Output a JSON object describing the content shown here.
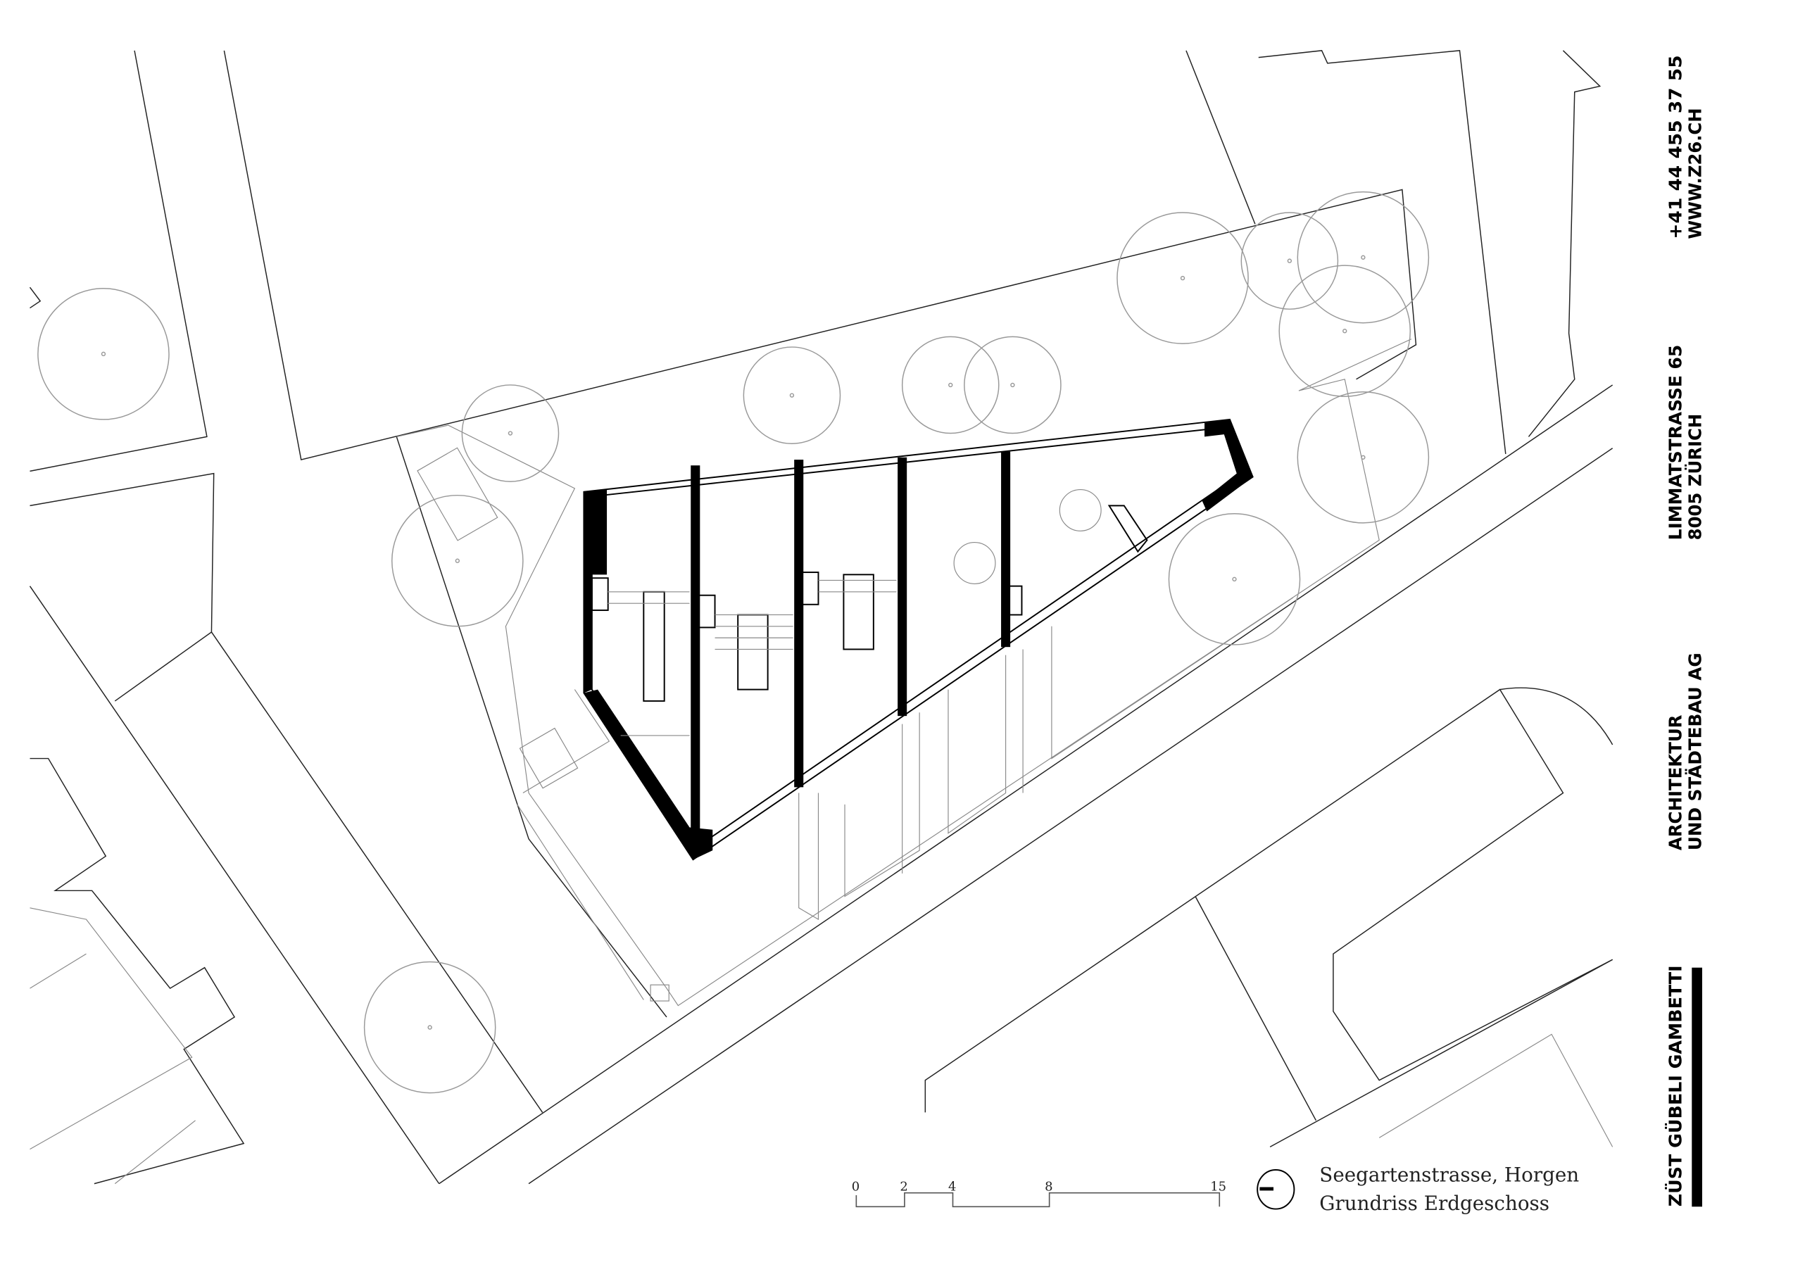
{
  "firm": {
    "name": "ZÜST GÜBELI GAMBETTI",
    "line1": "ARCHITEKTUR",
    "line2": "UND STÄDTEBAU AG",
    "address1": "LIMMATSTRASSE 65",
    "address2": "8005 ZÜRICH",
    "phone": "+41 44 455 37 55",
    "web": "WWW.Z26.CH"
  },
  "title": {
    "location": "Seegartenstrasse, Horgen",
    "drawing": "Grundriss Erdgeschoss"
  },
  "scale_bar": {
    "ticks": [
      "0",
      "2",
      "4",
      "8",
      "15"
    ]
  }
}
